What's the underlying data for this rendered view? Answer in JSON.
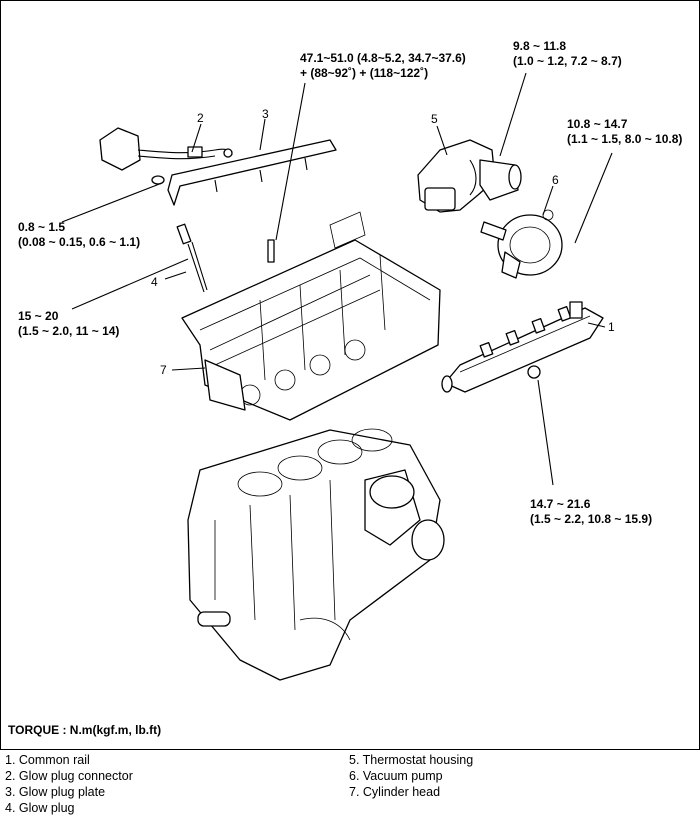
{
  "torque_specs": {
    "head_bolt": {
      "line1": "47.1~51.0 (4.8~5.2, 34.7~37.6)",
      "line2": "+ (88~92˚) + (118~122˚)"
    },
    "thermostat_bolt": {
      "line1": "9.8 ~ 11.8",
      "line2": "(1.0 ~ 1.2, 7.2 ~ 8.7)"
    },
    "vacuum_pump_bolt": {
      "line1": "10.8 ~ 14.7",
      "line2": "(1.1 ~ 1.5, 8.0 ~ 10.8)"
    },
    "glow_plug_nut": {
      "line1": "0.8 ~ 1.5",
      "line2": "(0.08 ~ 0.15, 0.6 ~ 1.1)"
    },
    "glow_plug": {
      "line1": "15 ~ 20",
      "line2": "(1.5 ~ 2.0, 11 ~ 14)"
    },
    "rail_bolt": {
      "line1": "14.7 ~ 21.6",
      "line2": "(1.5 ~ 2.2, 10.8 ~ 15.9)"
    }
  },
  "callouts": {
    "c1": "1",
    "c2": "2",
    "c3": "3",
    "c4": "4",
    "c5": "5",
    "c6": "6",
    "c7": "7"
  },
  "torque_unit_label": "TORQUE : N.m(kgf.m, lb.ft)",
  "legend": {
    "left": [
      "1.  Common rail",
      "2.  Glow plug connector",
      "3.  Glow plug plate",
      "4.  Glow plug"
    ],
    "right": [
      "5.  Thermostat housing",
      "6.  Vacuum pump",
      "7.  Cylinder head"
    ]
  }
}
